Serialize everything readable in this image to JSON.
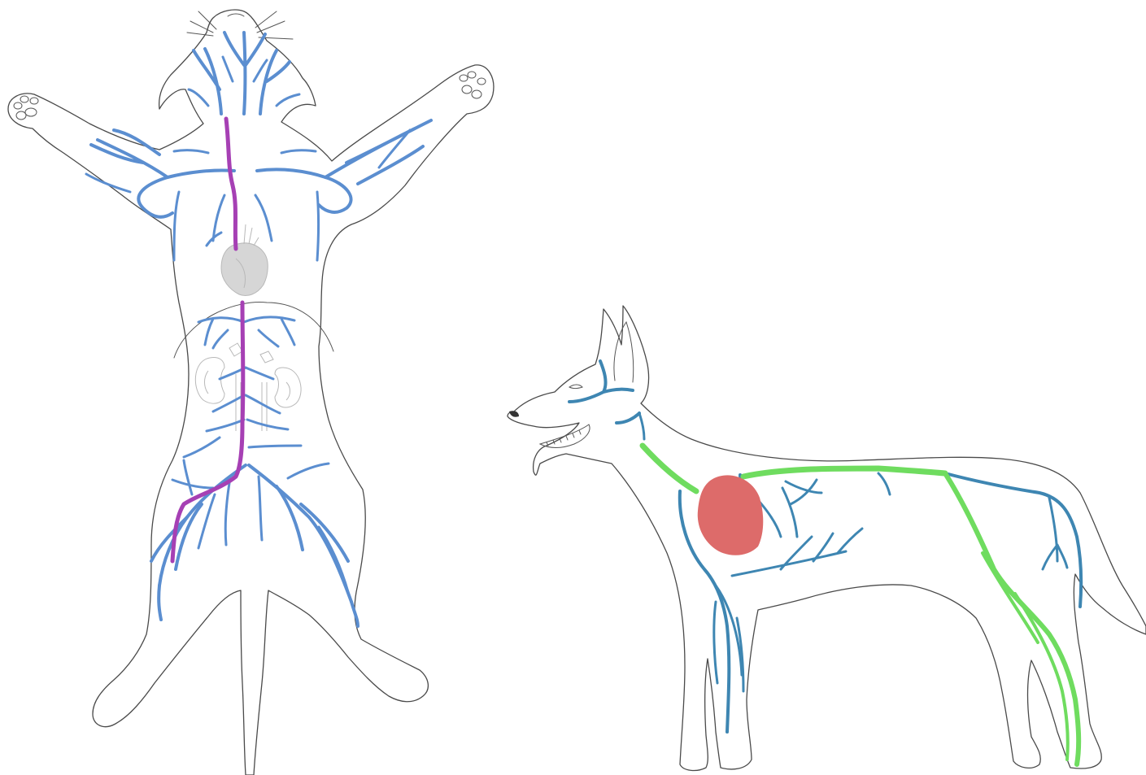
{
  "figure": {
    "panels": [
      {
        "id": "cat-ventral-view",
        "subject": "cat",
        "view": "ventral",
        "highlight_vessel_color": "#a640b4",
        "vein_color": "#5b8ed0",
        "heart_color": "#d6d6d6",
        "organ_outline_color": "#b8b8b8"
      },
      {
        "id": "dog-lateral-view",
        "subject": "dog",
        "view": "lateral",
        "highlight_vessel_color": "#6fdc5f",
        "vein_color": "#3e86b2",
        "heart_color": "#dd6b6a"
      }
    ],
    "background": "#ffffff",
    "outline_color": "#4a4a4a"
  }
}
